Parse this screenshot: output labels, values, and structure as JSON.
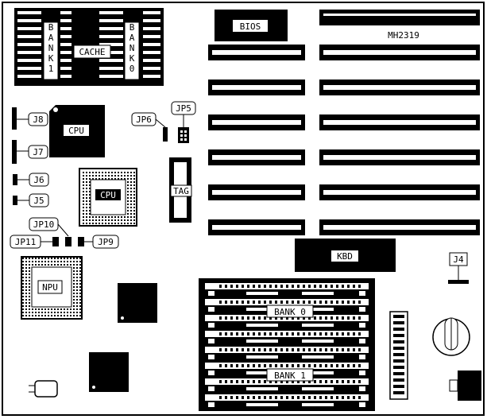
{
  "labels": {
    "bios": "BIOS",
    "model": "MH2319",
    "cache": "CACHE",
    "bank1_vertical": "BANK1",
    "bank0_vertical": "BANK0",
    "cpu": "CPU",
    "cpu2": "CPU",
    "npu": "NPU",
    "tag": "TAG",
    "kbd": "KBD",
    "bank0": "BANK 0",
    "bank1": "BANK 1",
    "j4": "J4",
    "j5": "J5",
    "j6": "J6",
    "j7": "J7",
    "j8": "J8",
    "jp5": "JP5",
    "jp6": "JP6",
    "jp9": "JP9",
    "jp10": "JP10",
    "jp11": "JP11"
  }
}
